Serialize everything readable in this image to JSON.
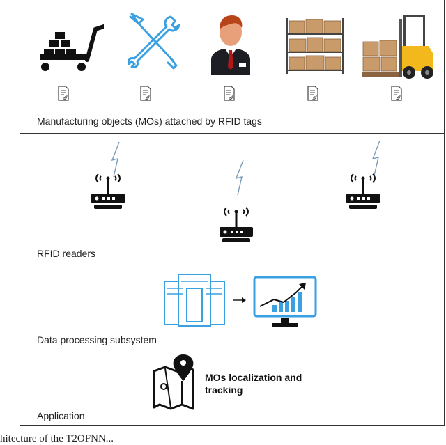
{
  "layers": {
    "objects": {
      "label": "Manufacturing objects (MOs) attached by RFID tags"
    },
    "readers": {
      "label": "RFID readers"
    },
    "processing": {
      "label": "Data processing subsystem"
    },
    "application": {
      "label": "Application",
      "text_line1": "MOs localization and",
      "text_line2": "tracking"
    }
  },
  "icons": {
    "objects": [
      "hand-truck-icon",
      "wrench-icon",
      "businessman-icon",
      "storage-shelves-icon",
      "forklift-icon"
    ],
    "tag": "rfid-tag-icon",
    "reader": "rfid-reader-icon",
    "signal": "lightning-signal-icon",
    "server": "server-icon",
    "arrow": "arrow-right-icon",
    "monitor": "monitor-chart-icon",
    "map": "map-pin-icon"
  },
  "colors": {
    "accent_blue": "#3aa0e0",
    "box_brown": "#c99a6a",
    "forklift_yellow": "#f2b81c"
  },
  "caption": "hitecture of the T2OFNN..."
}
